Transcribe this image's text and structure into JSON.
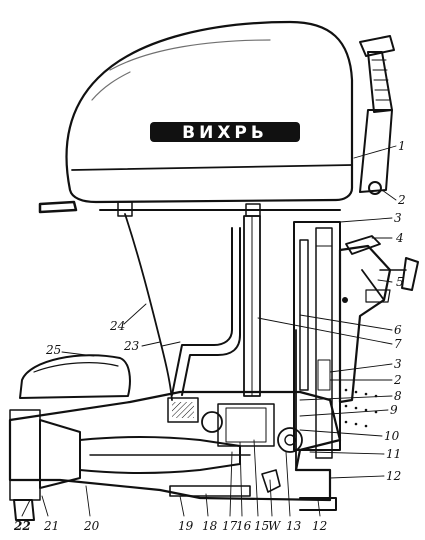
{
  "brand_text": "ВИХРЬ",
  "callouts": [
    {
      "id": "1",
      "text": "1"
    },
    {
      "id": "2a",
      "text": "2"
    },
    {
      "id": "3a",
      "text": "3"
    },
    {
      "id": "4",
      "text": "4"
    },
    {
      "id": "5",
      "text": "5"
    },
    {
      "id": "6",
      "text": "6"
    },
    {
      "id": "7",
      "text": "7"
    },
    {
      "id": "3b",
      "text": "3"
    },
    {
      "id": "2b",
      "text": "2"
    },
    {
      "id": "8",
      "text": "8"
    },
    {
      "id": "9",
      "text": "9"
    },
    {
      "id": "10",
      "text": "10"
    },
    {
      "id": "11",
      "text": "11"
    },
    {
      "id": "12a",
      "text": "12"
    },
    {
      "id": "24",
      "text": "24"
    },
    {
      "id": "25",
      "text": "25"
    },
    {
      "id": "23",
      "text": "23"
    }
  ],
  "bottom_labels": [
    {
      "id": "22",
      "text": "22",
      "bold": true
    },
    {
      "id": "21",
      "text": "21"
    },
    {
      "id": "20",
      "text": "20"
    },
    {
      "id": "19",
      "text": "19"
    },
    {
      "id": "18",
      "text": "18"
    },
    {
      "id": "17",
      "text": "17"
    },
    {
      "id": "16",
      "text": "16"
    },
    {
      "id": "15",
      "text": "15"
    },
    {
      "id": "W",
      "text": "W"
    },
    {
      "id": "13",
      "text": "13"
    },
    {
      "id": "12b",
      "text": "12"
    }
  ]
}
